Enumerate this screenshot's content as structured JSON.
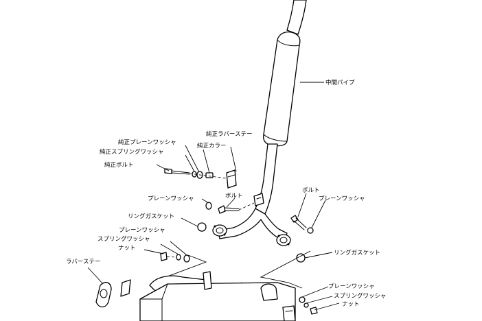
{
  "labels": {
    "middle_pipe": "中間パイプ",
    "oem_rubber_stay": "純正ラバーステー",
    "oem_plain_washer": "純正プレーンワッシャ",
    "oem_collar": "純正カラー",
    "oem_spring_washer": "純正スプリングワッシャ",
    "oem_bolt": "純正ボルト",
    "bolt_center": "ボルト",
    "plain_washer_center": "プレーンワッシャ",
    "ring_gasket_left": "リングガスケット",
    "plain_washer_left": "プレーンワッシャ",
    "spring_washer_left": "スプリングワッシャ",
    "nut_left": "ナット",
    "rubber_stay": "ラバーステー",
    "bolt_right": "ボルト",
    "plain_washer_right": "プレーンワッシャ",
    "ring_gasket_right": "リングガスケット",
    "plain_washer_lower_right": "プレーンワッシャ",
    "spring_washer_lower_right": "スプリングワッシャ",
    "nut_lower_right": "ナット"
  }
}
